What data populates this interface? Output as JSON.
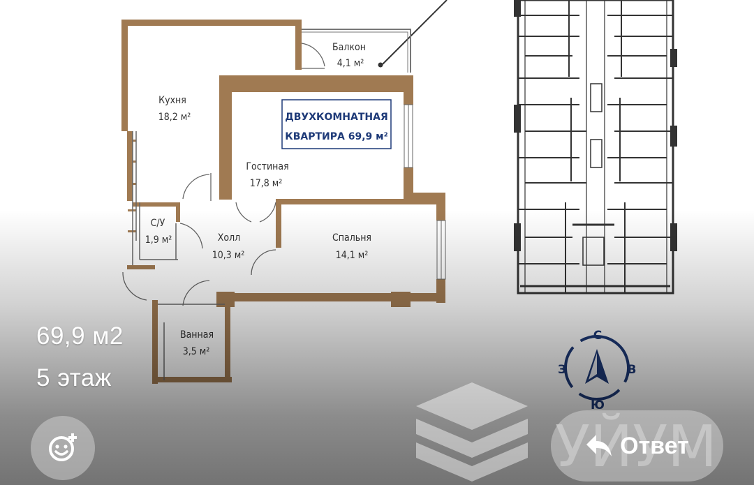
{
  "floorplan": {
    "badge_line1": "ДВУХКОМНАТНАЯ",
    "badge_line2": "КВАРТИРА 69,9 м²",
    "rooms": [
      {
        "id": "balcony",
        "name": "Балкон",
        "area": "4,1 м²"
      },
      {
        "id": "kitchen",
        "name": "Кухня",
        "area": "18,2 м²"
      },
      {
        "id": "living",
        "name": "Гостиная",
        "area": "17,8 м²"
      },
      {
        "id": "wc",
        "name": "С/У",
        "area": "1,9 м²"
      },
      {
        "id": "hall",
        "name": "Холл",
        "area": "10,3 м²"
      },
      {
        "id": "bedroom",
        "name": "Спальня",
        "area": "14,1 м²"
      },
      {
        "id": "bath",
        "name": "Ванная",
        "area": "3,5 м²"
      }
    ]
  },
  "compass": {
    "north": "С",
    "west": "З",
    "east": "В",
    "south": "Ю"
  },
  "watermark": {
    "text": "УЙУМ"
  },
  "overlay": {
    "area": "69,9 м2",
    "floor": "5 этаж"
  },
  "actions": {
    "reply_label": "Ответ",
    "react_icon": "emoji-add-icon",
    "reply_icon": "reply-arrow-icon"
  },
  "colors": {
    "wall": "#a07a52",
    "badge": "#1e3a78",
    "compass": "#1e3a78"
  }
}
